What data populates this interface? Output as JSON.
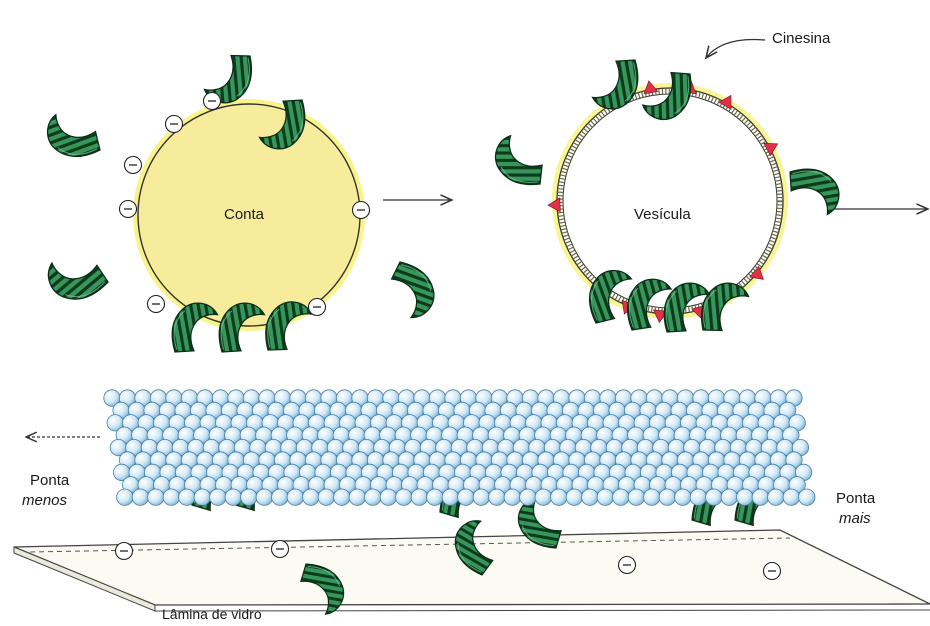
{
  "labels": {
    "bead": "Conta",
    "vesicle": "Vesícula",
    "kinesin": "Cinesina",
    "minus_end_line1": "Ponta",
    "minus_end_line2": "menos",
    "plus_end_line1": "Ponta",
    "plus_end_line2": "mais",
    "glass_slide": "Lâmina de vidro"
  },
  "charge_symbol": "minus-sign",
  "colors": {
    "bead_fill": "#f7ec9c",
    "kinesin_green": "#2f8a4a",
    "kinesin_dark": "#0d3a1c",
    "microtubule_blue": "#b9dcf0",
    "attachment_red": "#e0304a",
    "halo_yellow": "#f4ec3c"
  }
}
